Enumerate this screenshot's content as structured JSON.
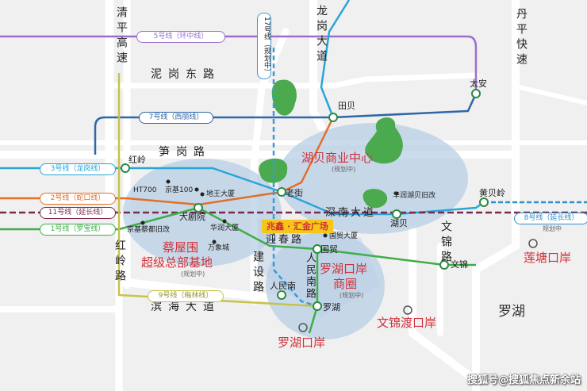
{
  "roads": {
    "qingping": "清平高速",
    "longgang": "龙岗大道",
    "danping": "丹平快速",
    "nigang_east": "泥岗东路",
    "sungang": "笋岗路",
    "hongling": "红岭路",
    "jianshe": "建设路",
    "binhai": "滨海大道",
    "wenjin": "文锦路",
    "shennan": "深南大道",
    "yingchun": "迎春路",
    "renmin_south": "人民南路"
  },
  "lines": {
    "l5": "5号线（环中线）",
    "l17": "17号线（规划中）",
    "l7": "7号线（西丽线）",
    "l3": "3号线（龙岗线）",
    "l2": "2号线（蛇口线）",
    "l11": "11号线（延长线）",
    "l1": "1号线（罗宝线）",
    "l9": "9号线（梅林线）",
    "l8": "8号线（延长线）",
    "l8_note": "规划中"
  },
  "stations": {
    "taian": "太安",
    "tianbei": "田贝",
    "hongling": "红岭",
    "laojie": "老街",
    "huangbeiling": "黄贝岭",
    "hubei": "湖贝",
    "dajuyuan": "大剧院",
    "guomao": "国贸",
    "wenjin": "文锦",
    "renminnan": "人民南",
    "luohu": "罗湖"
  },
  "pois": {
    "ht700": "HT700",
    "jingji100": "京基100",
    "diwang": "地王大厦",
    "jingji_old": "京基蔡都旧改",
    "huarun": "华润大厦",
    "wanxiang": "万象城",
    "guomao_tower": "国贸大厦",
    "hubei_old": "华润湖贝旧改"
  },
  "zones": {
    "hubei_center": "湖贝商业中心",
    "hubei_note": "(规划中)",
    "caiwu_1": "蔡屋围",
    "caiwu_2": "超级总部基地",
    "caiwu_note": "(规划中)",
    "luohu_kouan_1": "罗湖口岸",
    "luohu_kouan_2": "商圈",
    "luohu_kouan_note": "(规划中)",
    "luohu_port": "罗湖口岸",
    "wenjindu": "文锦渡口岸",
    "liantang": "莲塘口岸",
    "district": "罗湖"
  },
  "project": "兆鑫 · 汇金广场",
  "watermark": "搜狐号@搜狐焦点新余站",
  "colors": {
    "l5": "#9b6fc9",
    "l7": "#2e67a8",
    "l3": "#2aa5d8",
    "l2": "#e26f2a",
    "l11": "#7a2b4d",
    "l1": "#3fae49",
    "l9": "#c8c24a",
    "l8": "#2e8fcc",
    "l17": "#3b9bd6",
    "road": "#ffffff",
    "zone_fill": "#b8cfe6",
    "project_bg": "#f5c518",
    "text_red": "#d0313a",
    "park": "#4caa4e"
  }
}
